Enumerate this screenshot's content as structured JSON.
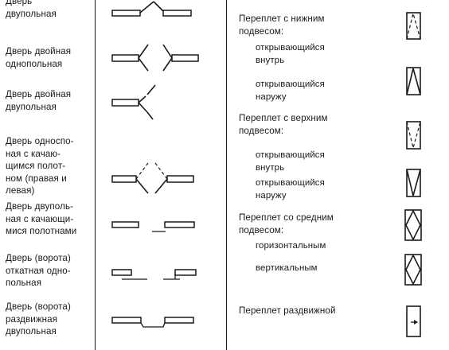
{
  "left_items": [
    {
      "label": "Дверь\nдвупольная"
    },
    {
      "label": "Дверь двойная\nоднопольная"
    },
    {
      "label": "Дверь двойная\nдвупольная"
    },
    {
      "label": "Дверь односпо-\nная с качаю-\nщимся полот-\nном (правая и\nлевая)"
    },
    {
      "label": "Дверь двуполь-\nная с качающи-\nмися полотнами"
    },
    {
      "label": "Дверь (ворота)\nоткатная одно-\nпольная"
    },
    {
      "label": "Дверь (ворота)\nраздвижная\nдвупольная"
    }
  ],
  "right_items": [
    {
      "label": "Переплет с нижним\nподвесом:"
    },
    {
      "label": "открывающийся\nвнутрь"
    },
    {
      "label": "открывающийся\nнаружу"
    },
    {
      "label": "Переплет с верхним\nподвесом:"
    },
    {
      "label": "открывающийся\nвнутрь"
    },
    {
      "label": "открывающийся\nнаружу"
    },
    {
      "label": "Переплет со средним\nподвесом:"
    },
    {
      "label": "горизонтальным"
    },
    {
      "label": "вертикальным"
    },
    {
      "label": "Переплет раздвижной"
    }
  ],
  "symbols": [
    {
      "name": "door-double-leaf-symbol"
    },
    {
      "name": "door-double-single-leaf-symbol"
    },
    {
      "name": "door-double-double-leaf-symbol"
    },
    {
      "name": "door-swinging-single-symbol"
    },
    {
      "name": "door-swinging-double-symbol"
    },
    {
      "name": "door-sliding-single-symbol"
    },
    {
      "name": "door-sliding-double-symbol"
    },
    {
      "name": "sash-bottom-hung-inward-symbol"
    },
    {
      "name": "sash-bottom-hung-outward-symbol"
    },
    {
      "name": "sash-top-hung-inward-symbol"
    },
    {
      "name": "sash-top-hung-outward-symbol"
    },
    {
      "name": "sash-center-hung-horizontal-symbol"
    },
    {
      "name": "sash-center-hung-vertical-symbol"
    },
    {
      "name": "sash-sliding-symbol"
    }
  ]
}
